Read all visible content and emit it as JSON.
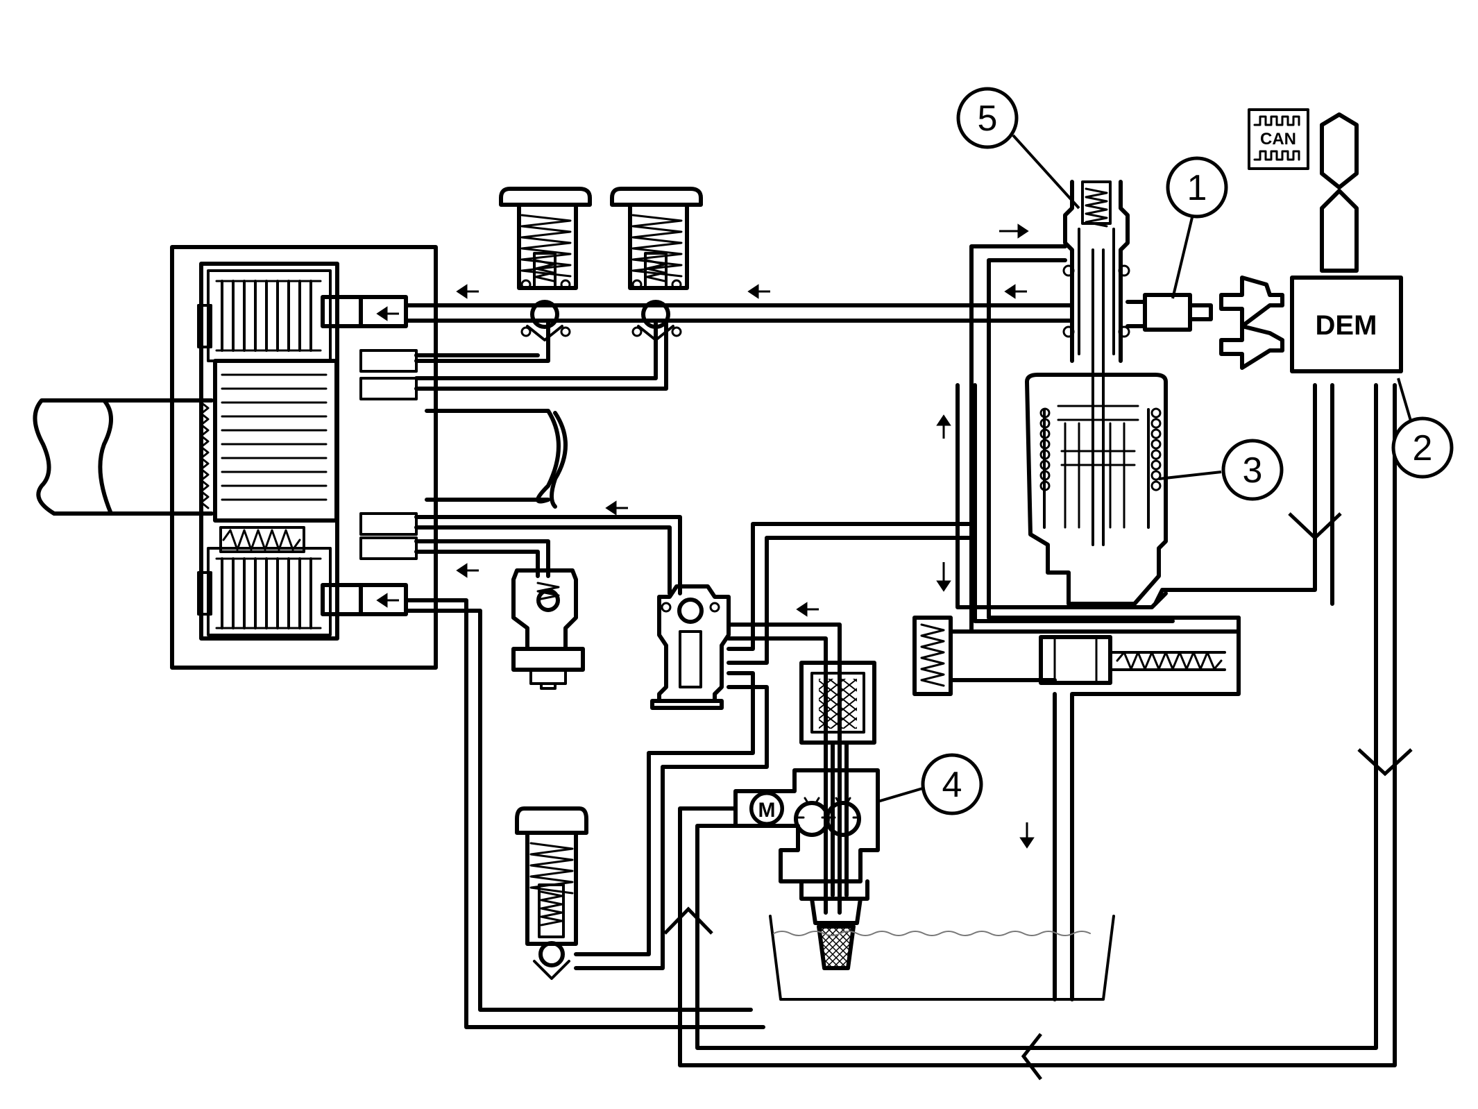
{
  "callouts": [
    {
      "id": "1",
      "label": "1"
    },
    {
      "id": "2",
      "label": "2"
    },
    {
      "id": "3",
      "label": "3"
    },
    {
      "id": "4",
      "label": "4"
    },
    {
      "id": "5",
      "label": "5"
    }
  ],
  "labels": {
    "dem": "DEM",
    "can": "CAN",
    "motor": "M"
  },
  "colors": {
    "line": "#000000",
    "background": "#ffffff",
    "oil_level": "#777777"
  }
}
